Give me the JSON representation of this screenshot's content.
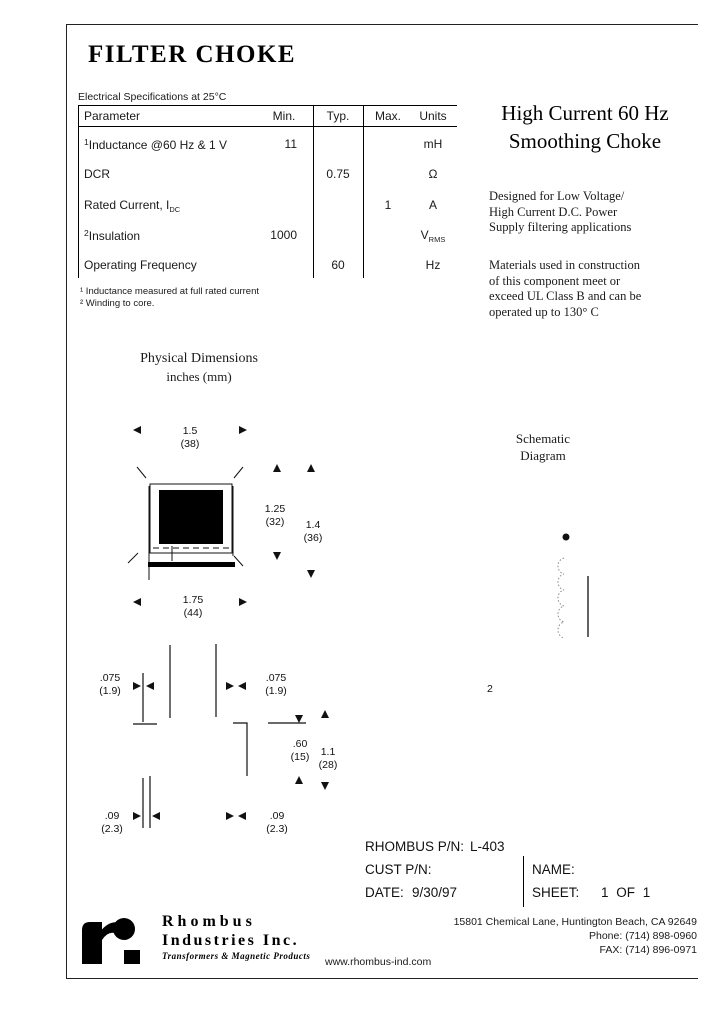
{
  "title": "FILTER CHOKE",
  "spec": {
    "section_label": "Electrical Specifications at 25°C",
    "headers": {
      "parameter": "Parameter",
      "min": "Min.",
      "typ": "Typ.",
      "max": "Max.",
      "units": "Units"
    },
    "rows": [
      {
        "sup": "1",
        "parameter": "Inductance @60 Hz & 1 V",
        "sub": "",
        "min": "11",
        "typ": "",
        "max": "",
        "units": "mH",
        "units_sub": ""
      },
      {
        "sup": "",
        "parameter": "DCR",
        "sub": "",
        "min": "",
        "typ": "0.75",
        "max": "",
        "units": "Ω",
        "units_sub": ""
      },
      {
        "sup": "",
        "parameter": "Rated Current, I",
        "sub": "DC",
        "min": "",
        "typ": "",
        "max": "1",
        "units": "A",
        "units_sub": ""
      },
      {
        "sup": "2",
        "parameter": "Insulation",
        "sub": "",
        "min": "1000",
        "typ": "",
        "max": "",
        "units": "V",
        "units_sub": "RMS"
      },
      {
        "sup": "",
        "parameter": "Operating Frequency",
        "sub": "",
        "min": "",
        "typ": "60",
        "max": "",
        "units": "Hz",
        "units_sub": ""
      }
    ],
    "footnotes": [
      "¹ Inductance measured at full rated current",
      "² Winding to core."
    ]
  },
  "headline": {
    "line1": "High Current 60 Hz",
    "line2": "Smoothing Choke"
  },
  "description": {
    "para1": [
      "Designed for Low Voltage/",
      "High Current D.C. Power",
      "Supply filtering applications"
    ],
    "para2": [
      "Materials used in construction",
      "of this component meet or",
      "exceed UL Class B and can be",
      "operated up to 130° C"
    ]
  },
  "drawings": {
    "heading": "Physical Dimensions",
    "units_note": "inches (mm)",
    "dims": {
      "top_width_in": "1.5",
      "top_width_mm": "(38)",
      "body_height_in": "1.25",
      "body_height_mm": "(32)",
      "overall_height_in": "1.4",
      "overall_height_mm": "(36)",
      "base_width_in": "1.75",
      "base_width_mm": "(44)",
      "lead_left_in": ".075",
      "lead_left_mm": "(1.9)",
      "lead_right_in": ".075",
      "lead_right_mm": "(1.9)",
      "lead_drop_in": ".60",
      "lead_drop_mm": "(15)",
      "lead_length_in": "1.1",
      "lead_length_mm": "(28)",
      "wire_left_in": ".09",
      "wire_left_mm": "(2.3)",
      "wire_right_in": ".09",
      "wire_right_mm": "(2.3)"
    }
  },
  "schematic": {
    "heading_line1": "Schematic",
    "heading_line2": "Diagram",
    "pin_label": "2"
  },
  "info_block": {
    "pn_label": "RHOMBUS P/N:",
    "pn_value": "L-403",
    "cust_label": "CUST P/N:",
    "name_label": "NAME:",
    "date_label": "DATE:",
    "date_value": "9/30/97",
    "sheet_label": "SHEET:",
    "sheet_value": "1 OF 1"
  },
  "footer": {
    "company_line1": "Rhombus",
    "company_line2": "Industries Inc.",
    "tagline": "Transformers & Magnetic Products",
    "address": "15801 Chemical Lane, Huntington Beach, CA 92649",
    "phone": "Phone: (714) 898-0960",
    "fax": "FAX: (714) 896-0971",
    "website": "www.rhombus-ind.com"
  },
  "colors": {
    "ink": "#1a1a1a",
    "paper": "#ffffff"
  }
}
